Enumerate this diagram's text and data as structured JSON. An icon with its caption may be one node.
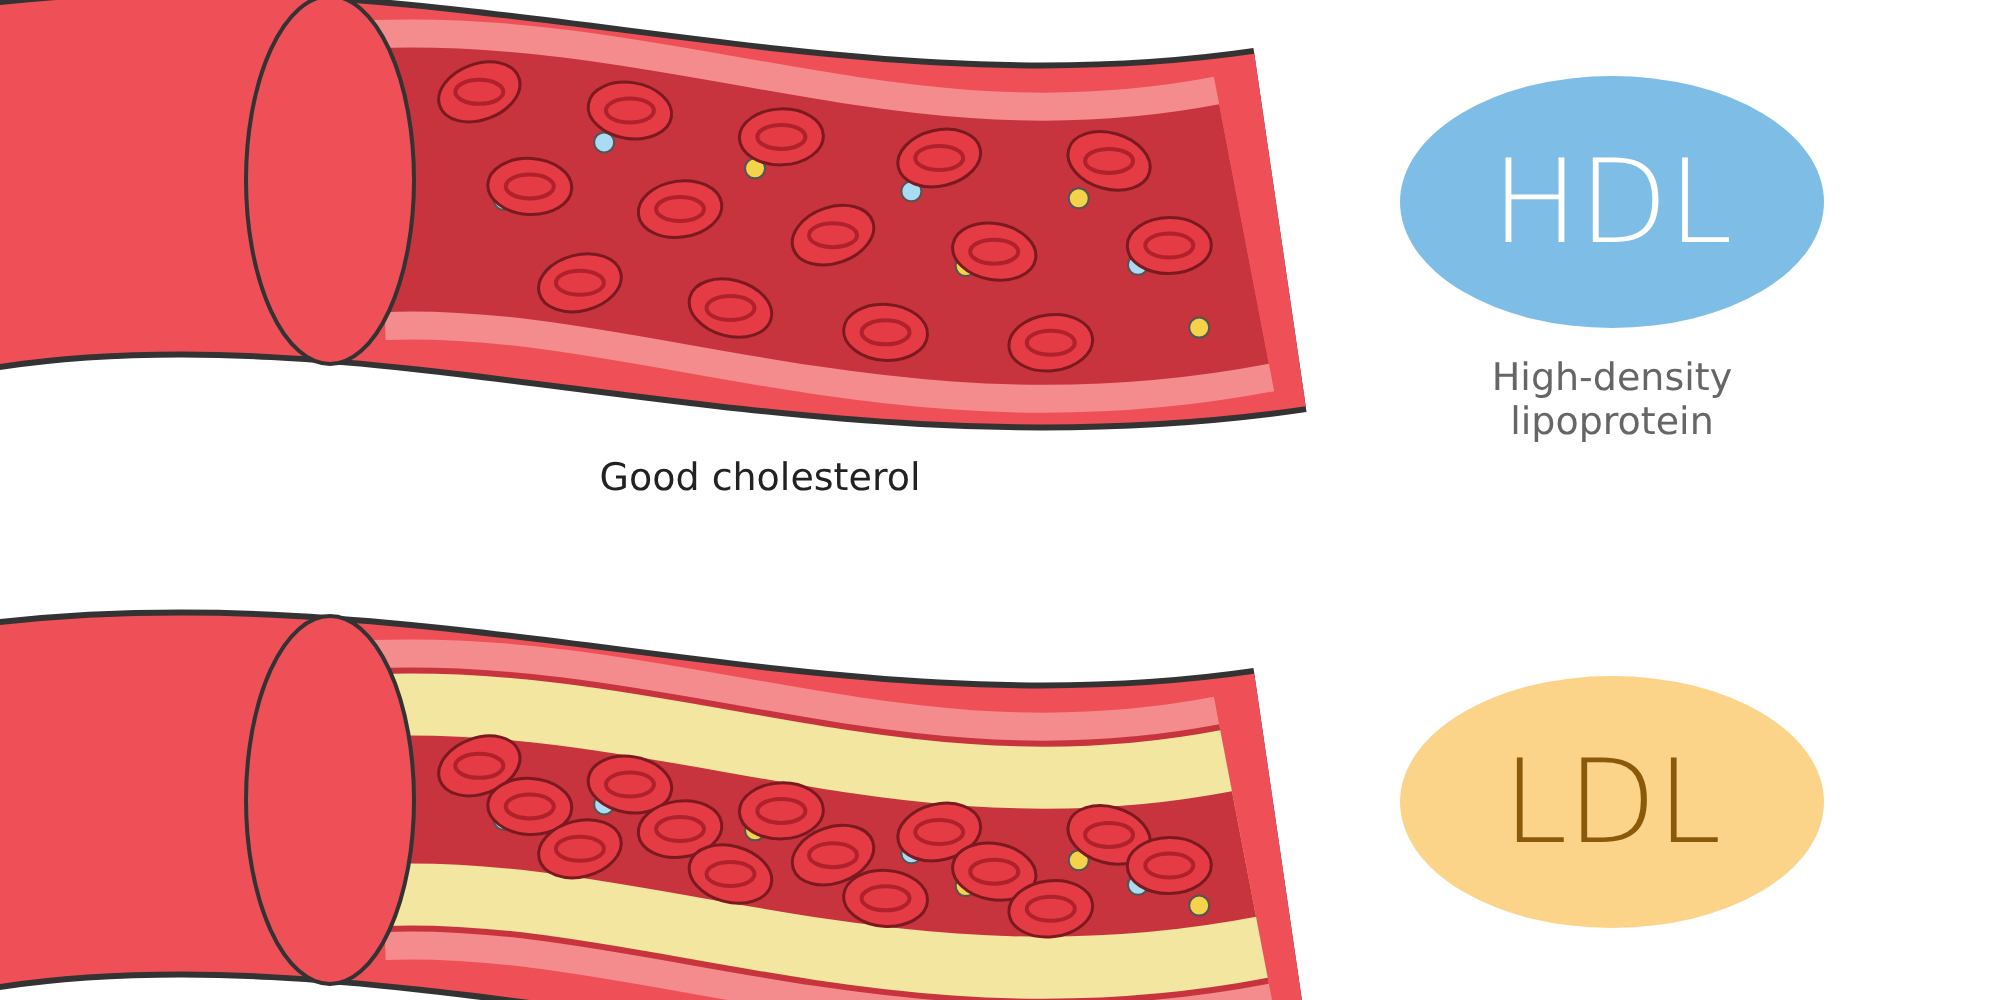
{
  "diagram": {
    "nodes": [
      {
        "text": [
          "HDL"
        ],
        "beside": [
          "High-density lipoprotein"
        ]
      },
      {
        "text": [
          "LDL"
        ]
      }
    ],
    "labels": [
      "Good cholesterol"
    ]
  }
}
